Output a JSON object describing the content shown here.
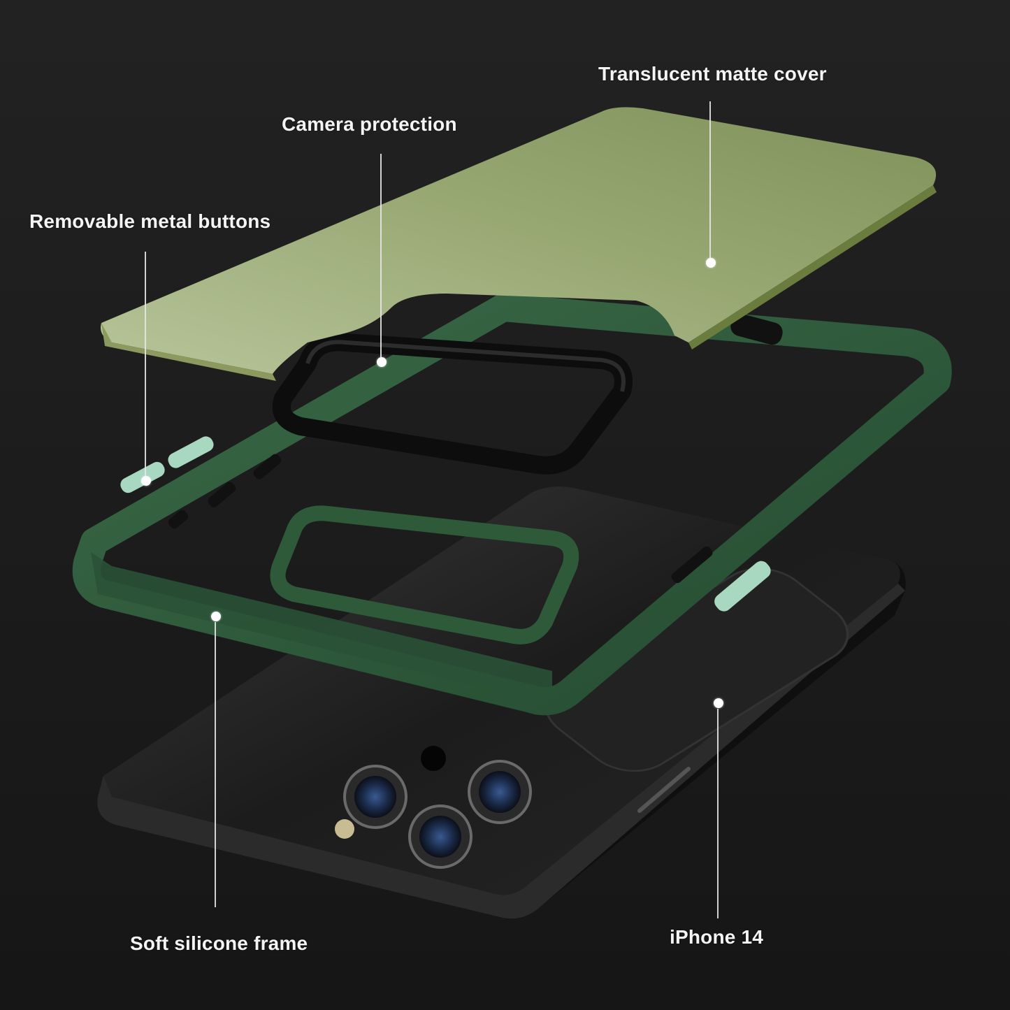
{
  "background_color": "#1e1e1e",
  "colors": {
    "cover_green": "#9aaa72",
    "frame_green": "#2f5a3a",
    "button_mint": "#a8d8bf",
    "camera_ring": "#111111",
    "phone_body": "#1a1a1a"
  },
  "callouts": [
    {
      "id": "translucent-matte-cover",
      "text": "Translucent matte cover"
    },
    {
      "id": "camera-protection",
      "text": "Camera protection"
    },
    {
      "id": "removable-metal-buttons",
      "text": "Removable metal buttons"
    },
    {
      "id": "soft-silicone-frame",
      "text": "Soft silicone frame"
    },
    {
      "id": "iphone-14",
      "text": "iPhone 14"
    }
  ]
}
